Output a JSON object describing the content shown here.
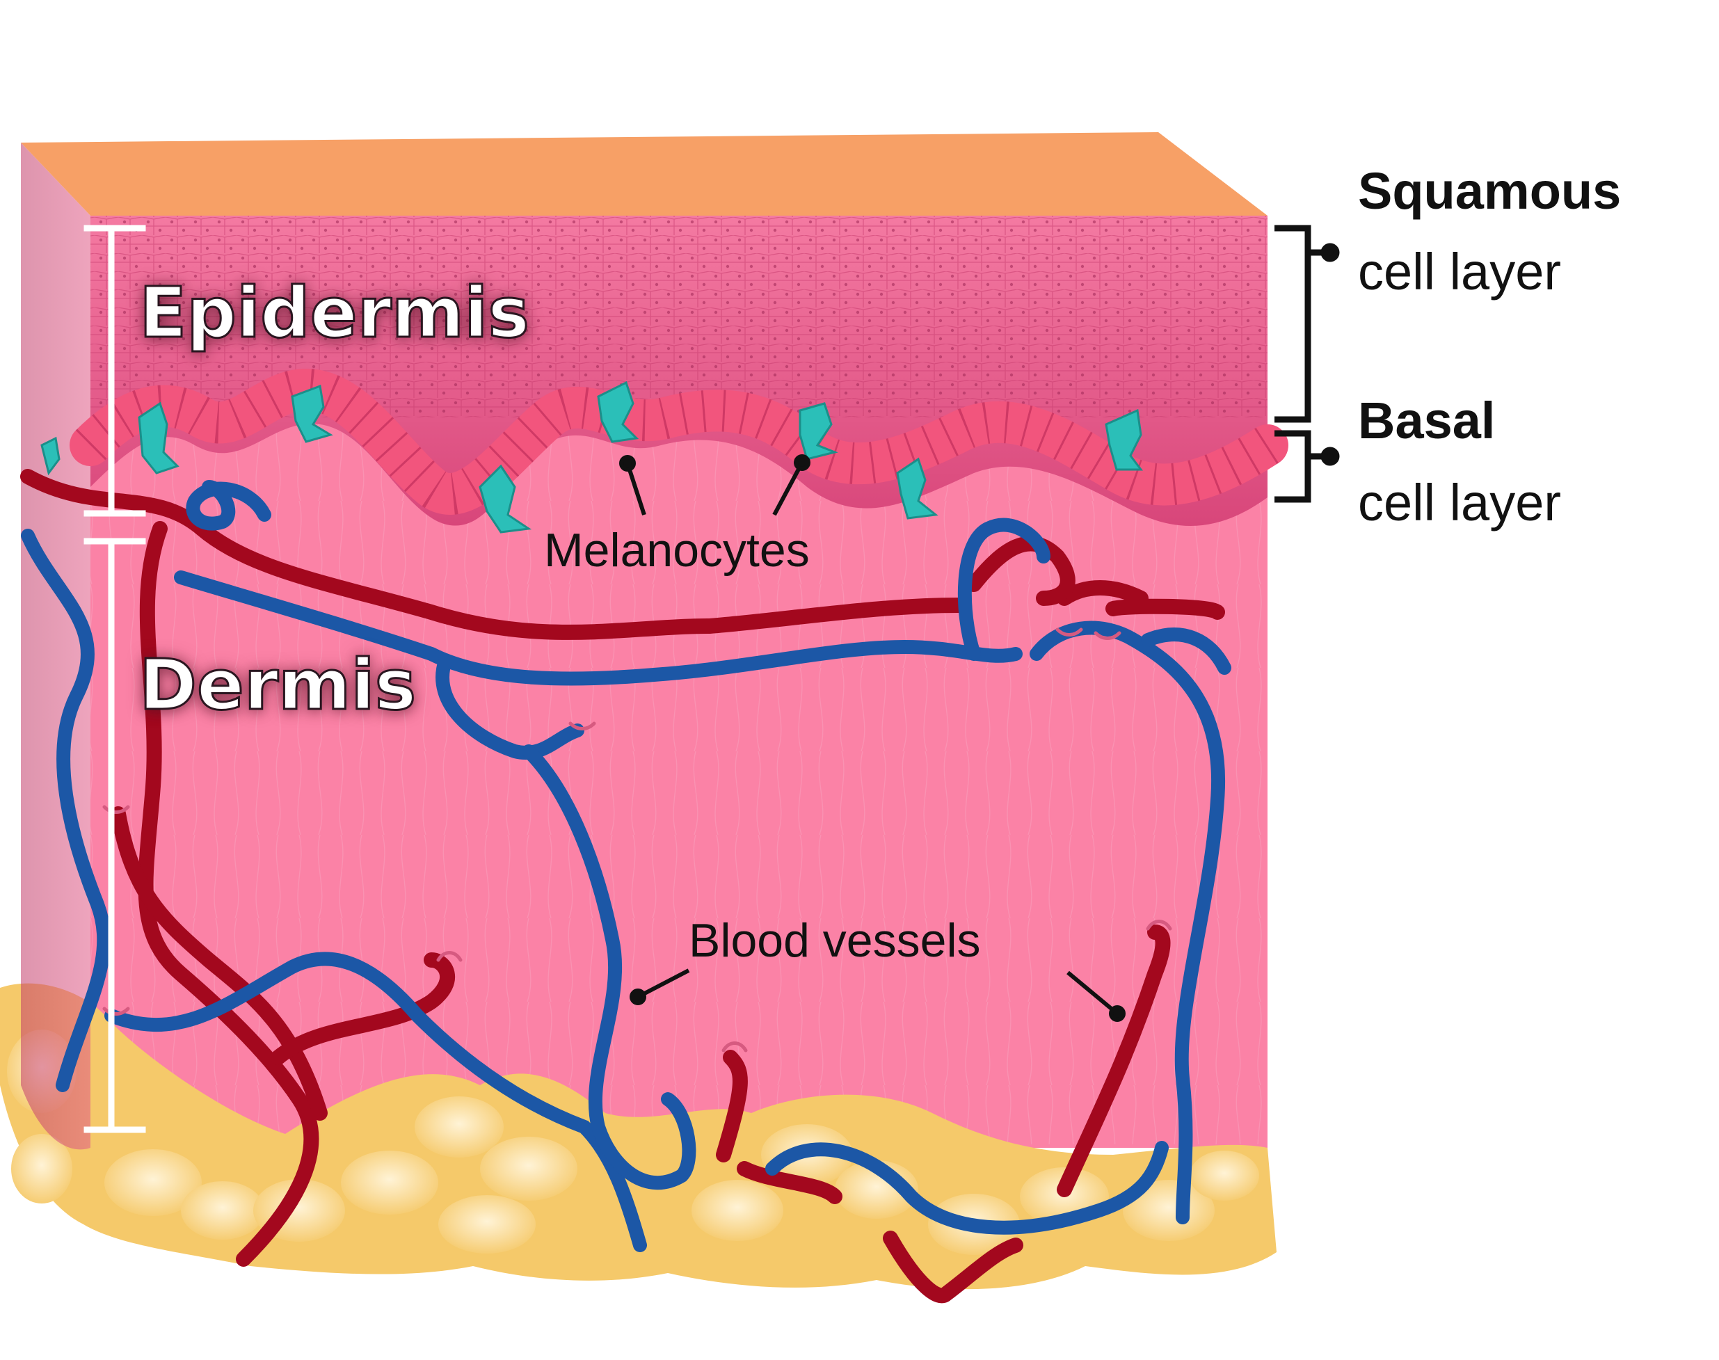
{
  "labels": {
    "epidermis": "Epidermis",
    "dermis": "Dermis",
    "squamous_bold": "Squamous",
    "squamous_rest": "cell layer",
    "basal_bold": "Basal",
    "basal_rest": "cell layer",
    "melanocytes": "Melanocytes",
    "blood_vessels": "Blood vessels"
  },
  "colors": {
    "surface": "#f7a066",
    "epidermis": "#e8578a",
    "basal_cells": "#f2557d",
    "dermis": "#fb82a6",
    "fat": "#f5c96a",
    "melanocyte": "#2bbfb8",
    "artery": "#a3081e",
    "vein": "#1c57a6",
    "bracket": "#111111"
  },
  "icons": {
    "layer_scale": "layer-scale-bar-icon",
    "bracket": "bracket-icon"
  }
}
